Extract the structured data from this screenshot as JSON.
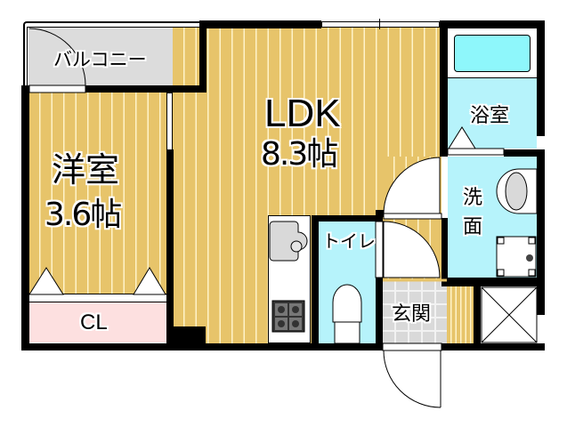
{
  "floor_plan": {
    "rooms": {
      "balcony": {
        "label": "バルコニー"
      },
      "western_room": {
        "name": "洋室",
        "size": "3.6帖"
      },
      "ldk": {
        "name": "LDK",
        "size": "8.3帖"
      },
      "bathroom": {
        "label": "浴室"
      },
      "washroom": {
        "label_line1": "洗",
        "label_line2": "面"
      },
      "toilet": {
        "label": "トイレ"
      },
      "entrance": {
        "label": "玄関"
      },
      "closet": {
        "label": "CL"
      }
    },
    "colors": {
      "wood_floor": "#e7c46a",
      "wood_stripe": "#fff3c9",
      "wet_area": "#b6f3fb",
      "bathtub": "#8ef7fb",
      "balcony": "#dcdcdc",
      "closet": "#fde0e0",
      "tile": "#d9d9d9",
      "wall": "#000000"
    }
  }
}
